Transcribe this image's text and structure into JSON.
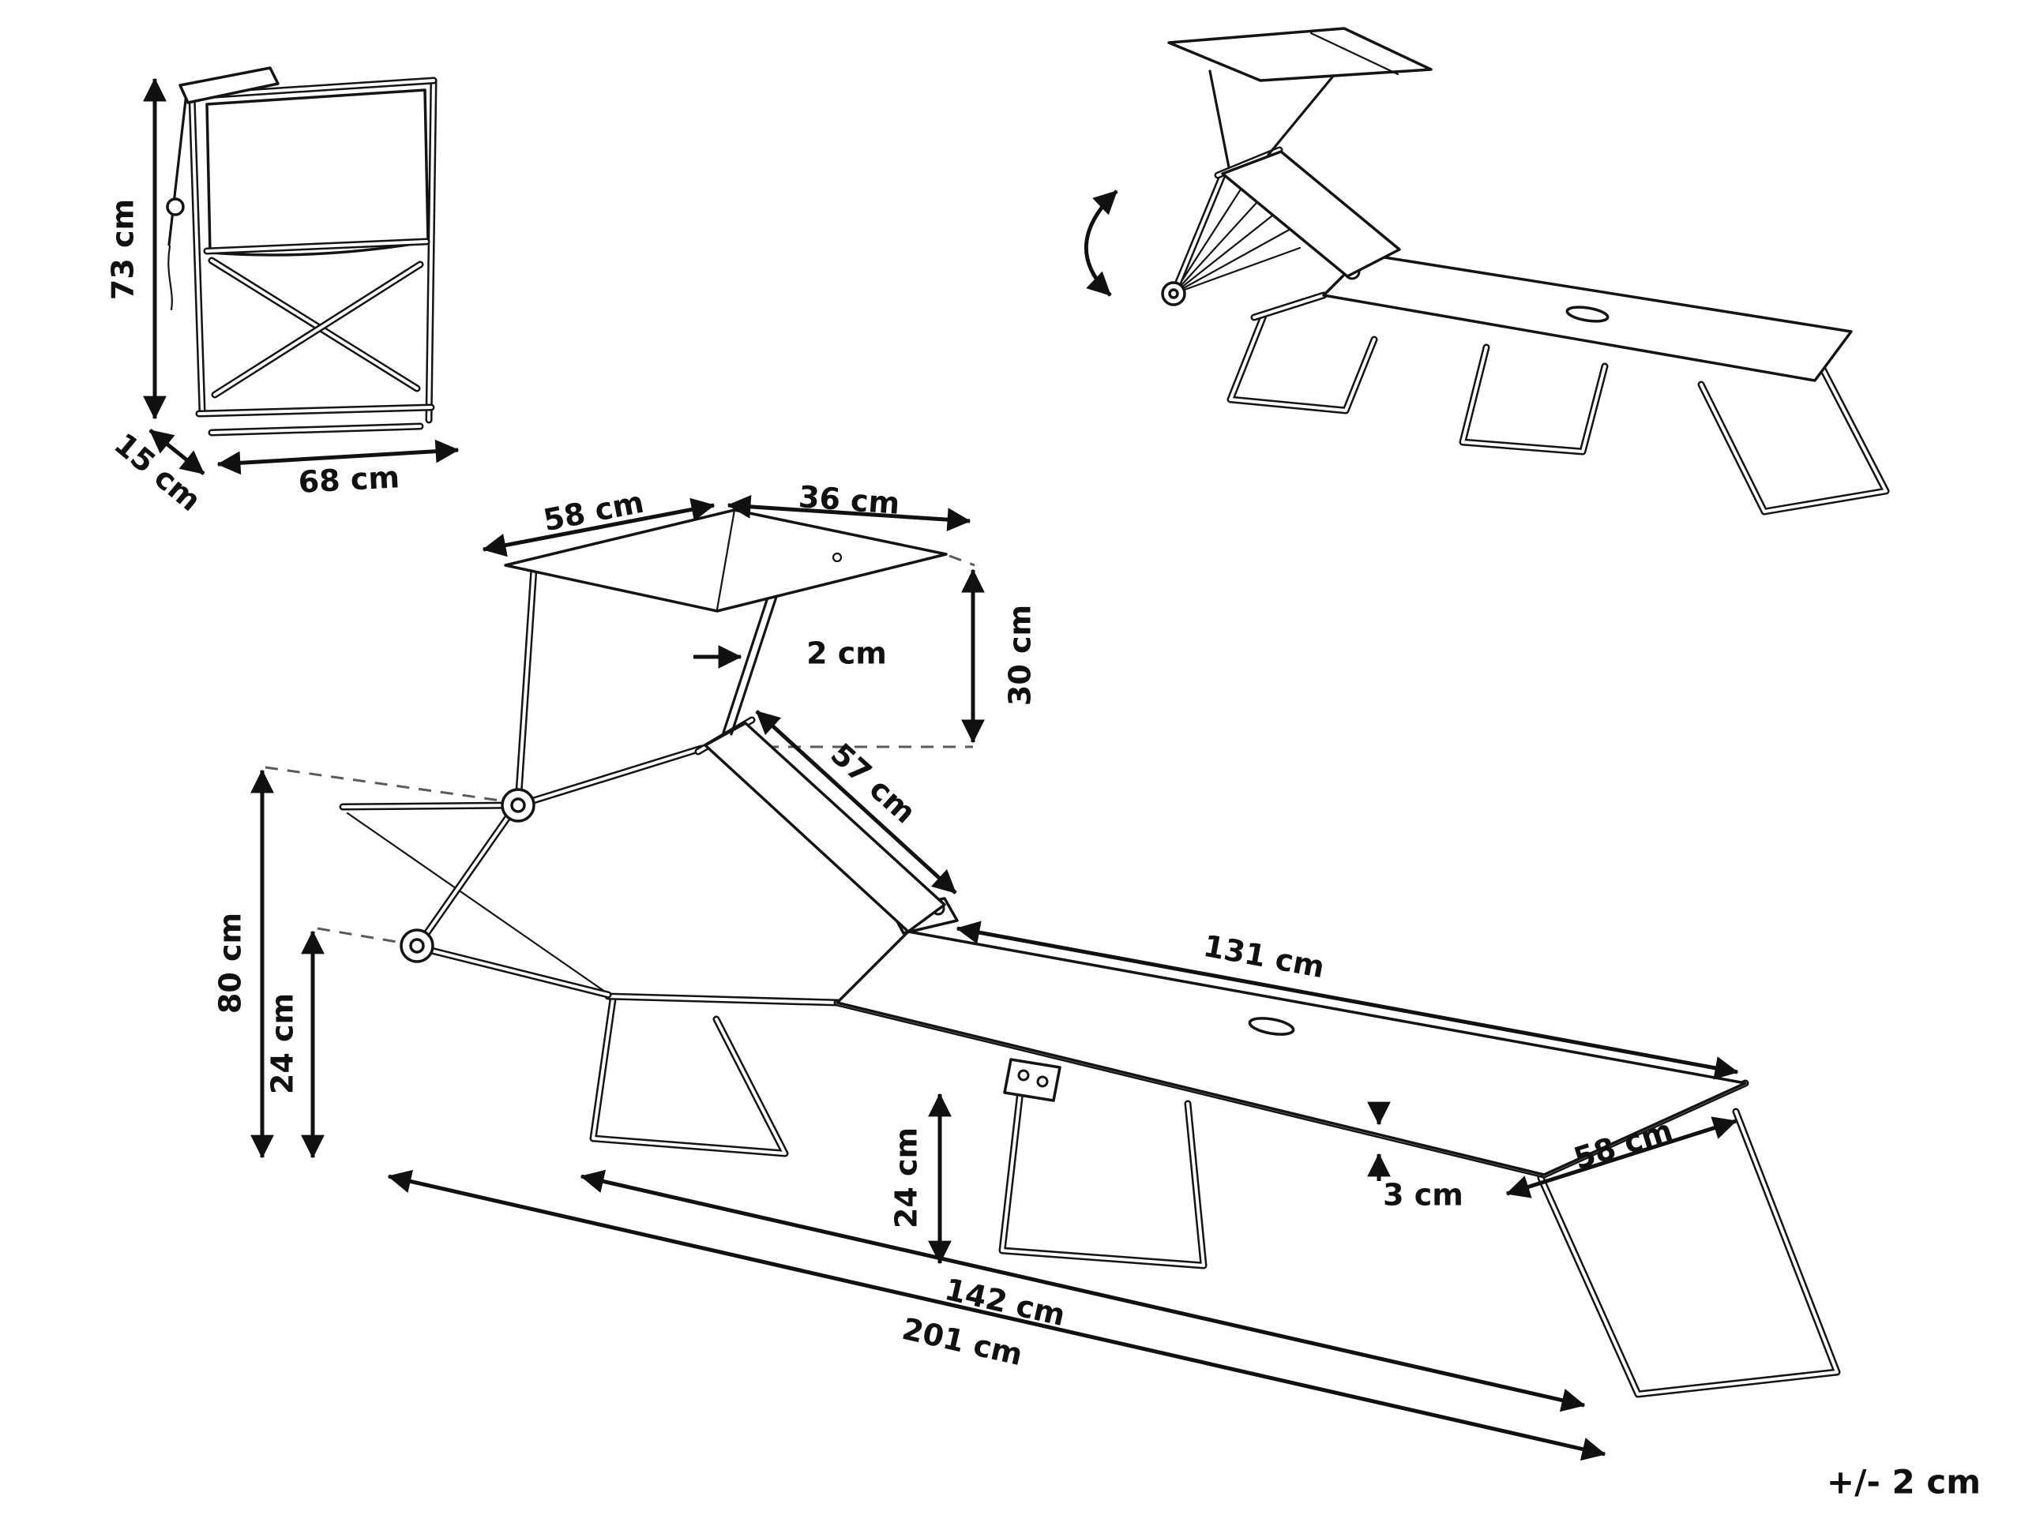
{
  "views": {
    "folded": {
      "height": "73 cm",
      "depth": "15 cm",
      "width": "68 cm"
    },
    "main": {
      "canopy_front": "58 cm",
      "canopy_rear": "36 cm",
      "canopy_pole": "2 cm",
      "canopy_height": "30 cm",
      "backrest": "57 cm",
      "seat_surface": "131 cm",
      "overall_height": "80 cm",
      "pivot_height": "24 cm",
      "seat_height": "24 cm",
      "frame_tube": "3 cm",
      "width": "58 cm",
      "seat_length": "142 cm",
      "total_length": "201 cm"
    }
  },
  "tolerance": "+/- 2 cm"
}
